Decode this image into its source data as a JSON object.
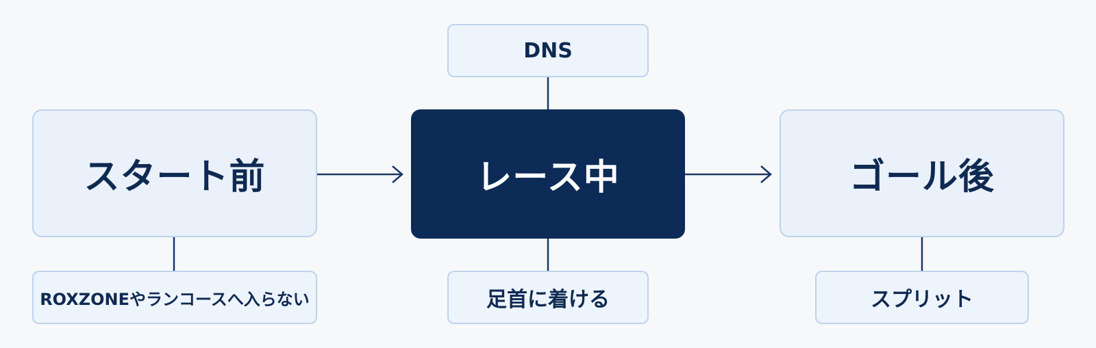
{
  "stages": {
    "before": "スタート前",
    "during": "レース中",
    "after": "ゴール後"
  },
  "notes": {
    "before": "ROXZONEやランコースへ入らない",
    "during_top": "DNS",
    "during_bottom": "足首に着ける",
    "after": "スプリット"
  },
  "colors": {
    "active_fill": "#0c2b56",
    "box_fill": "#eaf1fa",
    "box_border": "#bdd3ec",
    "line": "#1a3866"
  }
}
